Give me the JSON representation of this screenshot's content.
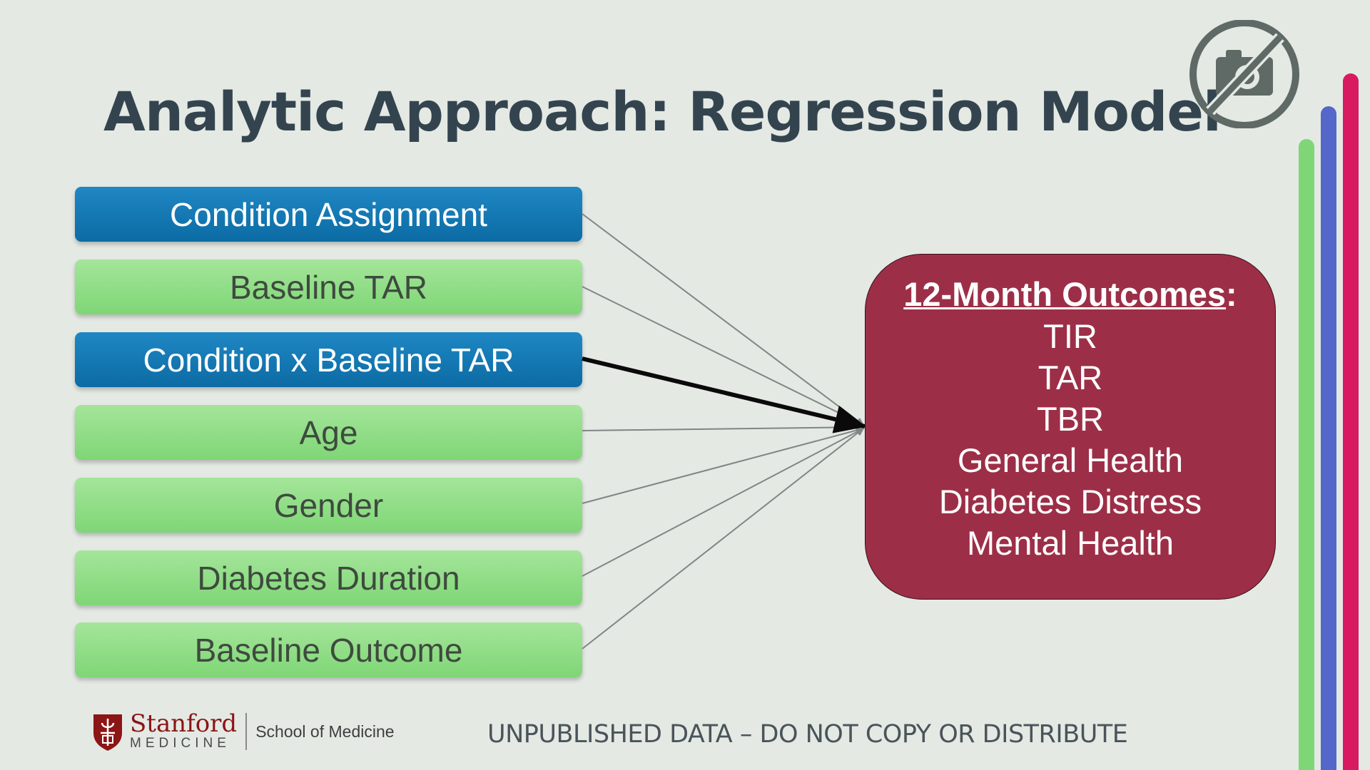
{
  "slide": {
    "title": "Analytic Approach: Regression Model",
    "footer": "UNPUBLISHED DATA – DO NOT COPY OR DISTRIBUTE"
  },
  "predictors": [
    {
      "label": "Condition Assignment",
      "style": "blue"
    },
    {
      "label": "Baseline TAR",
      "style": "green"
    },
    {
      "label": "Condition x Baseline TAR",
      "style": "blue",
      "emphasized": true
    },
    {
      "label": "Age",
      "style": "green"
    },
    {
      "label": "Gender",
      "style": "green"
    },
    {
      "label": "Diabetes Duration",
      "style": "green"
    },
    {
      "label": "Baseline Outcome",
      "style": "green"
    }
  ],
  "outcomes": {
    "heading": "12-Month Outcomes",
    "heading_suffix": ":",
    "items": [
      "TIR",
      "TAR",
      "TBR",
      "General Health",
      "Diabetes Distress",
      "Mental Health"
    ]
  },
  "logo": {
    "name": "Stanford",
    "sub": "MEDICINE",
    "school": "School of Medicine"
  },
  "icons": {
    "no_camera": "no-photography-icon",
    "shield": "stanford-shield-icon"
  },
  "colors": {
    "background": "#e4e9e4",
    "blue_box": "#1478b4",
    "green_box": "#8ddc84",
    "outcome_box": "#9c2f47",
    "stripe_green": "#7fd676",
    "stripe_blue": "#5567c9",
    "stripe_pink": "#d81b60",
    "stanford_red": "#8c1515"
  }
}
